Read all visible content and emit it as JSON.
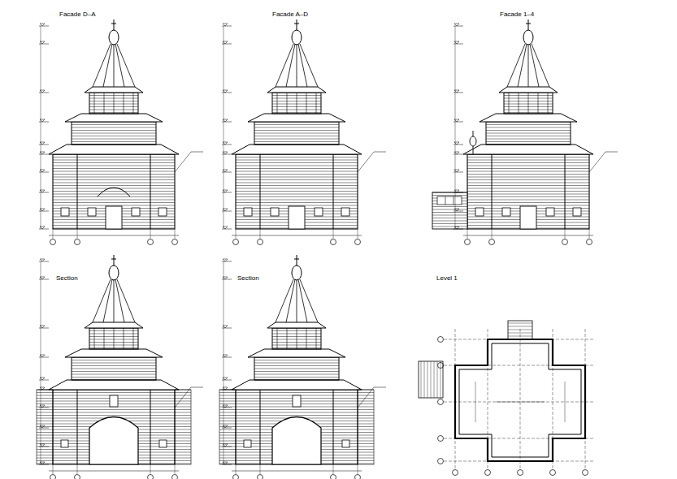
{
  "diagram": {
    "labels": [
      "Facade D–A",
      "Facade A–D",
      "Facade 1–4",
      "Section",
      "Section",
      "Level 1"
    ]
  }
}
